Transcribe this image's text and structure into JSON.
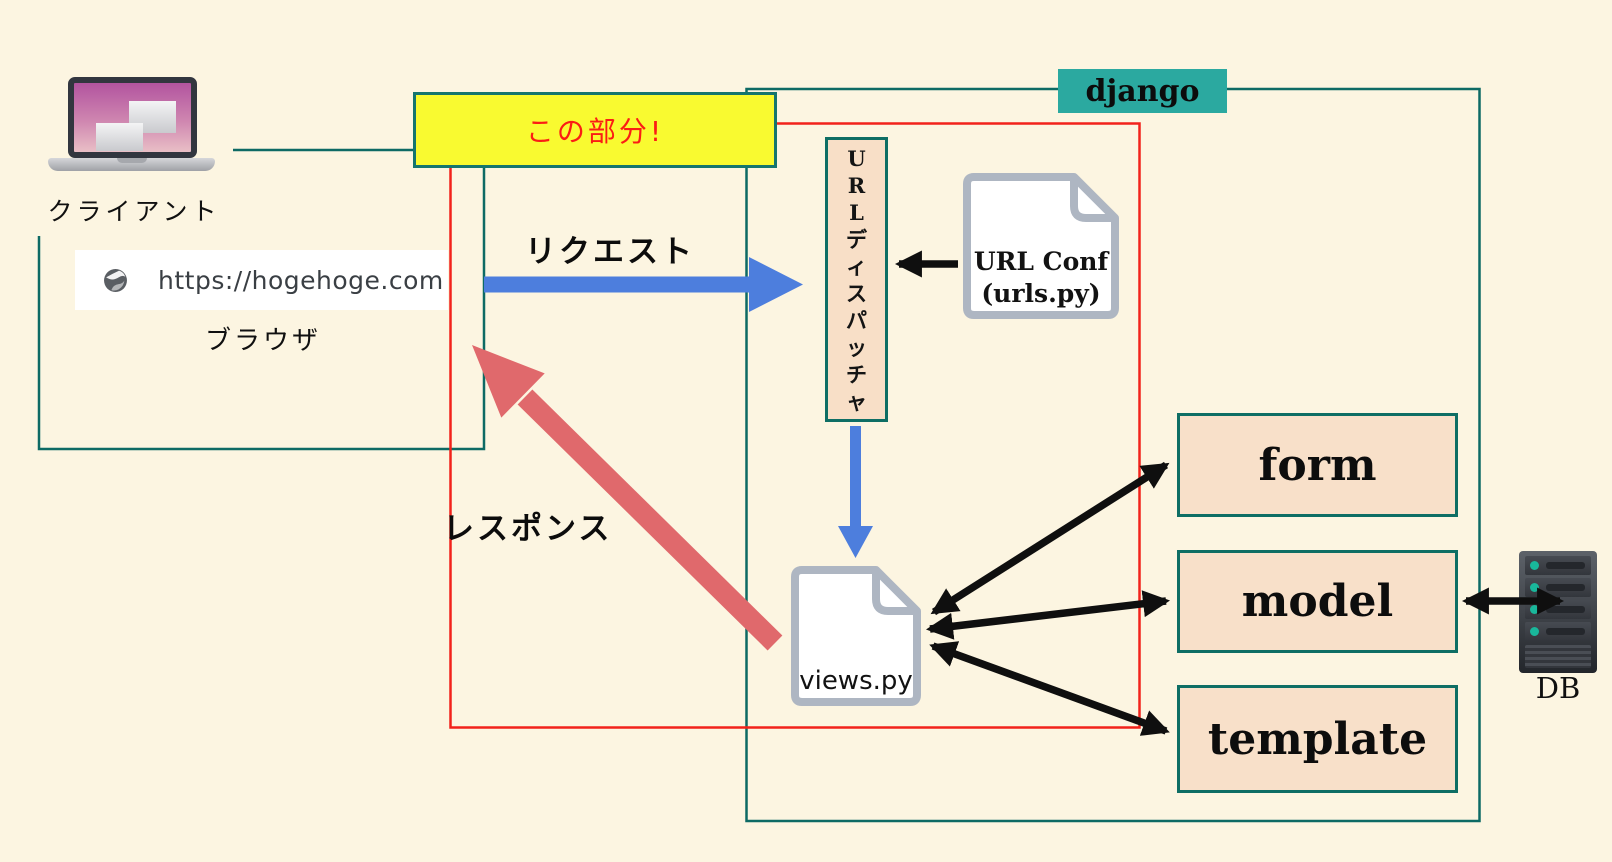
{
  "client": {
    "label": "クライアント",
    "browser": {
      "url": "https://hogehoge.com",
      "label": "ブラウザ"
    }
  },
  "callout": {
    "label": "この部分!"
  },
  "django": {
    "label": "django"
  },
  "dispatcher": {
    "label": "URLディスパッチャ",
    "chars": [
      "U",
      "R",
      "L",
      "デ",
      "ィ",
      "ス",
      "パ",
      "ッ",
      "チ",
      "ャ"
    ]
  },
  "url_conf": {
    "line1": "URL Conf",
    "line2": "(urls.py)"
  },
  "views_file": {
    "label": "views.py"
  },
  "components": [
    {
      "label": "form"
    },
    {
      "label": "model"
    },
    {
      "label": "template"
    }
  ],
  "db": {
    "label": "DB"
  },
  "flows": {
    "request_label": "リクエスト",
    "response_label": "レスポンス"
  },
  "colors": {
    "background": "#fcf5e1",
    "teal_border": "#0e6e64",
    "teal_fill": "#2ba9a0",
    "highlight_yellow": "#f9fa30",
    "highlight_red_text": "#fb1d14",
    "red_frame": "#f2221a",
    "request_blue": "#4d7edd",
    "response_salmon": "#e0696c",
    "component_peach": "#f8e0c9",
    "doc_border_gray": "#aeb6c2",
    "arrow_black": "#0f0f0f"
  }
}
